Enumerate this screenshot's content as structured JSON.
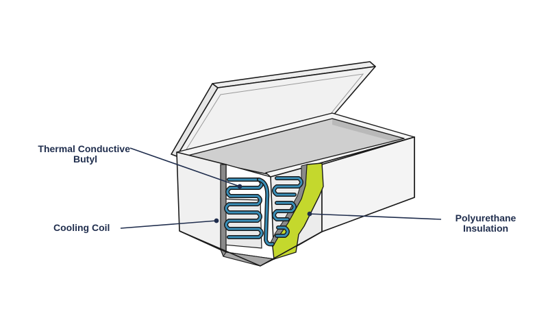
{
  "labels": {
    "thermal_line1": "Thermal Conductive",
    "thermal_line2": "Butyl",
    "cooling_coil": "Cooling Coil",
    "poly_line1": "Polyurethane",
    "poly_line2": "Insulation"
  },
  "colors": {
    "outline": "#1a1a1a",
    "panel_light": "#f3f3f3",
    "panel_mid": "#e0e0e0",
    "panel_dark": "#bdbdbd",
    "butyl": "#8a8a8a",
    "insulation": "#c4d82d",
    "coil": "#3a8fb8",
    "leader": "#1f2d4d",
    "text": "#1f2d4d"
  }
}
